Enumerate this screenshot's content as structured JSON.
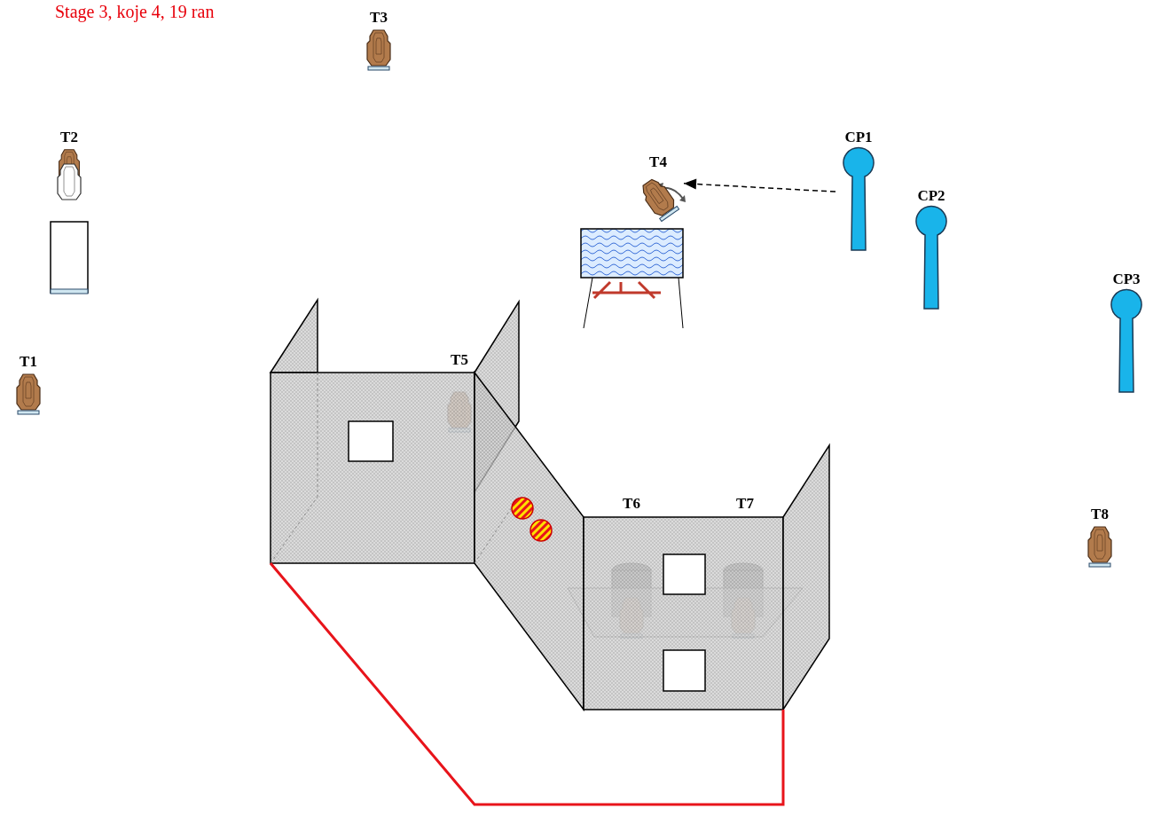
{
  "diagram": {
    "title": "Stage 3, koje 4, 19 ran",
    "nodes": [
      {
        "text": [
          "T3"
        ]
      },
      {
        "text": [
          "T2"
        ]
      },
      {
        "text": [
          "CP1"
        ]
      },
      {
        "text": [
          "T4"
        ]
      },
      {
        "text": [
          "CP2"
        ]
      },
      {
        "text": [
          "CP3"
        ]
      },
      {
        "text": [
          "T1"
        ]
      },
      {
        "text": [
          "T5"
        ]
      },
      {
        "text": [
          "T6"
        ]
      },
      {
        "text": [
          "T7"
        ]
      },
      {
        "text": [
          "T8"
        ]
      }
    ],
    "edges": [
      {
        "from": 2,
        "to": 3,
        "arrow": "to"
      }
    ]
  }
}
